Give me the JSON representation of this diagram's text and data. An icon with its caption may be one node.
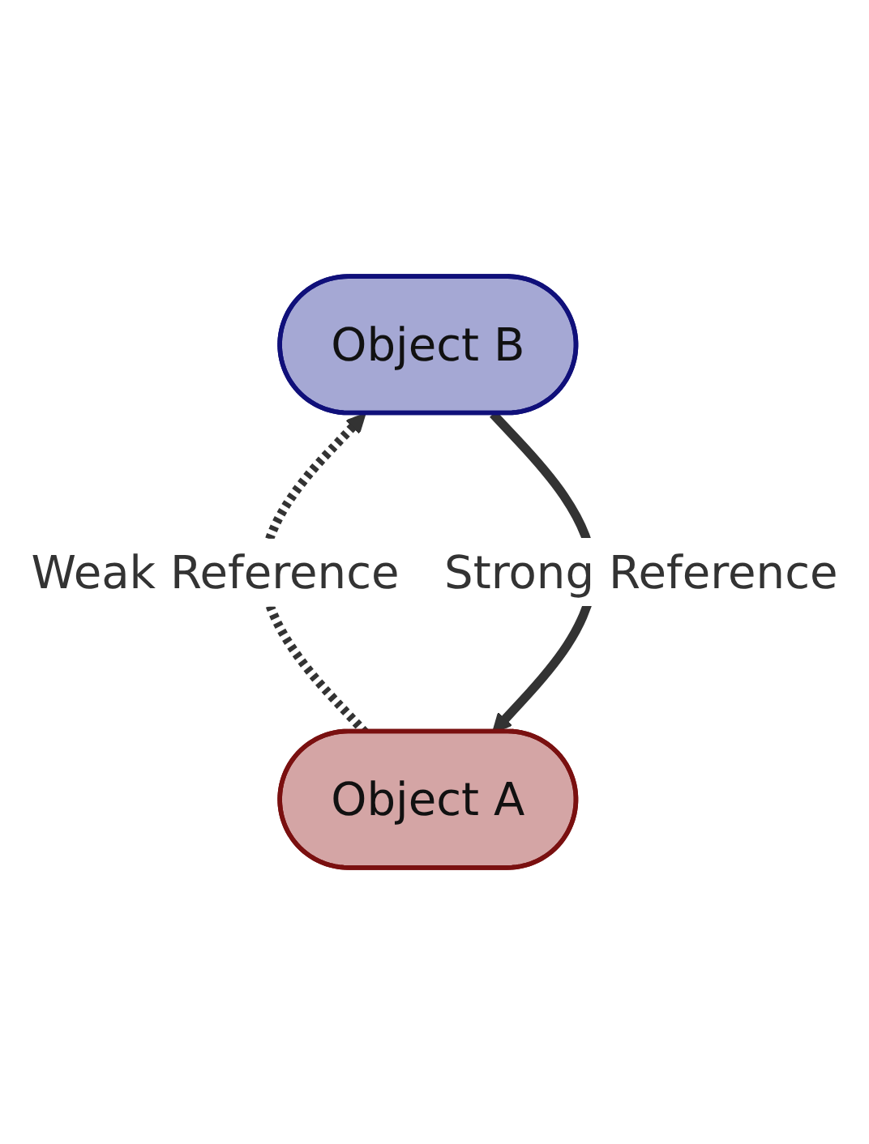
{
  "diagram": {
    "nodes": [
      {
        "text": [
          "Object A"
        ]
      },
      {
        "text": [
          "Object B"
        ]
      }
    ],
    "edges": [
      {
        "from": 1,
        "to": 0,
        "arrow": "to",
        "label": "Strong Reference"
      },
      {
        "from": 0,
        "to": 1,
        "arrow": "to",
        "label": "Weak Reference",
        "style": "dashed"
      }
    ]
  }
}
